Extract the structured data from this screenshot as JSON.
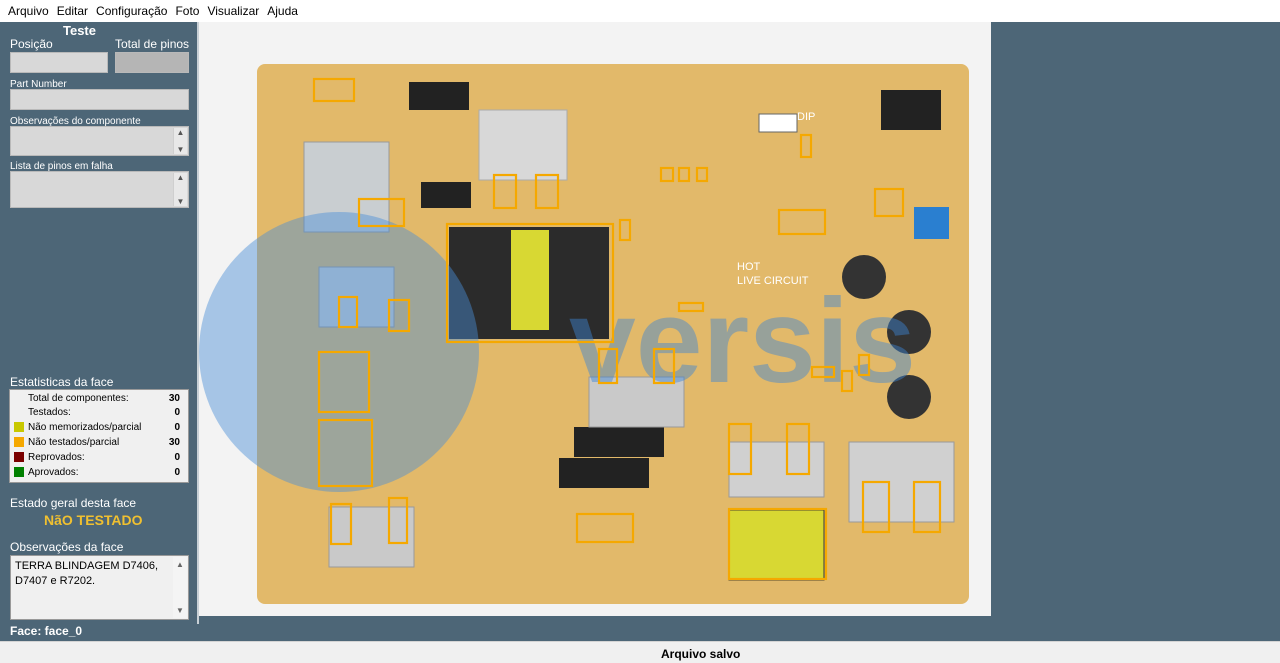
{
  "menu": [
    "Arquivo",
    "Editar",
    "Configuração",
    "Foto",
    "Visualizar",
    "Ajuda"
  ],
  "panel": {
    "title": "Teste",
    "posicao_label": "Posição",
    "total_pinos_label": "Total de pinos",
    "part_number_label": "Part Number",
    "obs_componente_label": "Observações do componente",
    "lista_pinos_label": "Lista de pinos em falha",
    "stats_title": "Estatisticas da face",
    "stats": [
      {
        "label": "Total de componentes:",
        "value": "30",
        "color": ""
      },
      {
        "label": "Testados:",
        "value": "0",
        "color": ""
      },
      {
        "label": "Não memorizados/parcial",
        "value": "0",
        "color": "#c8c800"
      },
      {
        "label": "Não testados/parcial",
        "value": "30",
        "color": "#f5a800"
      },
      {
        "label": "Reprovados:",
        "value": "0",
        "color": "#7a0000"
      },
      {
        "label": "Aprovados:",
        "value": "0",
        "color": "#008000"
      }
    ],
    "estado_label": "Estado geral desta face",
    "estado_value": "NãO TESTADO",
    "obs_face_label": "Observações da face",
    "obs_face_text": "TERRA BLINDAGEM D7406, D7407 e R7202.",
    "face_label": "Face: face_0"
  },
  "photo": {
    "watermark": "versis",
    "board_labels": [
      "HOT",
      "LIVE CIRCUIT",
      "DIP"
    ]
  },
  "status_bar": {
    "message": "Arquivo salvo"
  },
  "colors": {
    "app_bg": "#4d6677",
    "highlight_box": "#f5a800",
    "status_text": "#f0c030",
    "pcb": "#e2b96a"
  }
}
